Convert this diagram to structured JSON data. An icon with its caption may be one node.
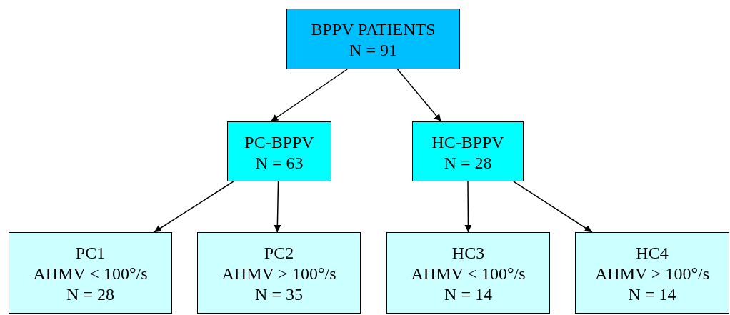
{
  "diagram": {
    "nodes": [
      {
        "text": [
          "BPPV PATIENTS",
          "N = 91"
        ]
      },
      {
        "text": [
          "PC-BPPV",
          "N = 63"
        ]
      },
      {
        "text": [
          "HC-BPPV",
          "N = 28"
        ]
      },
      {
        "text": [
          "PC1",
          "AHMV < 100°/s",
          "N = 28"
        ]
      },
      {
        "text": [
          "PC2",
          "AHMV > 100°/s",
          "N = 35"
        ]
      },
      {
        "text": [
          "HC3",
          "AHMV < 100°/s",
          "N = 14"
        ]
      },
      {
        "text": [
          "HC4",
          "AHMV > 100°/s",
          "N = 14"
        ]
      }
    ],
    "edges": [
      {
        "from": 0,
        "to": 1,
        "arrow": "to"
      },
      {
        "from": 0,
        "to": 2,
        "arrow": "to"
      },
      {
        "from": 1,
        "to": 3,
        "arrow": "to"
      },
      {
        "from": 1,
        "to": 4,
        "arrow": "to"
      },
      {
        "from": 2,
        "to": 5,
        "arrow": "to"
      },
      {
        "from": 2,
        "to": 6,
        "arrow": "to"
      }
    ]
  }
}
